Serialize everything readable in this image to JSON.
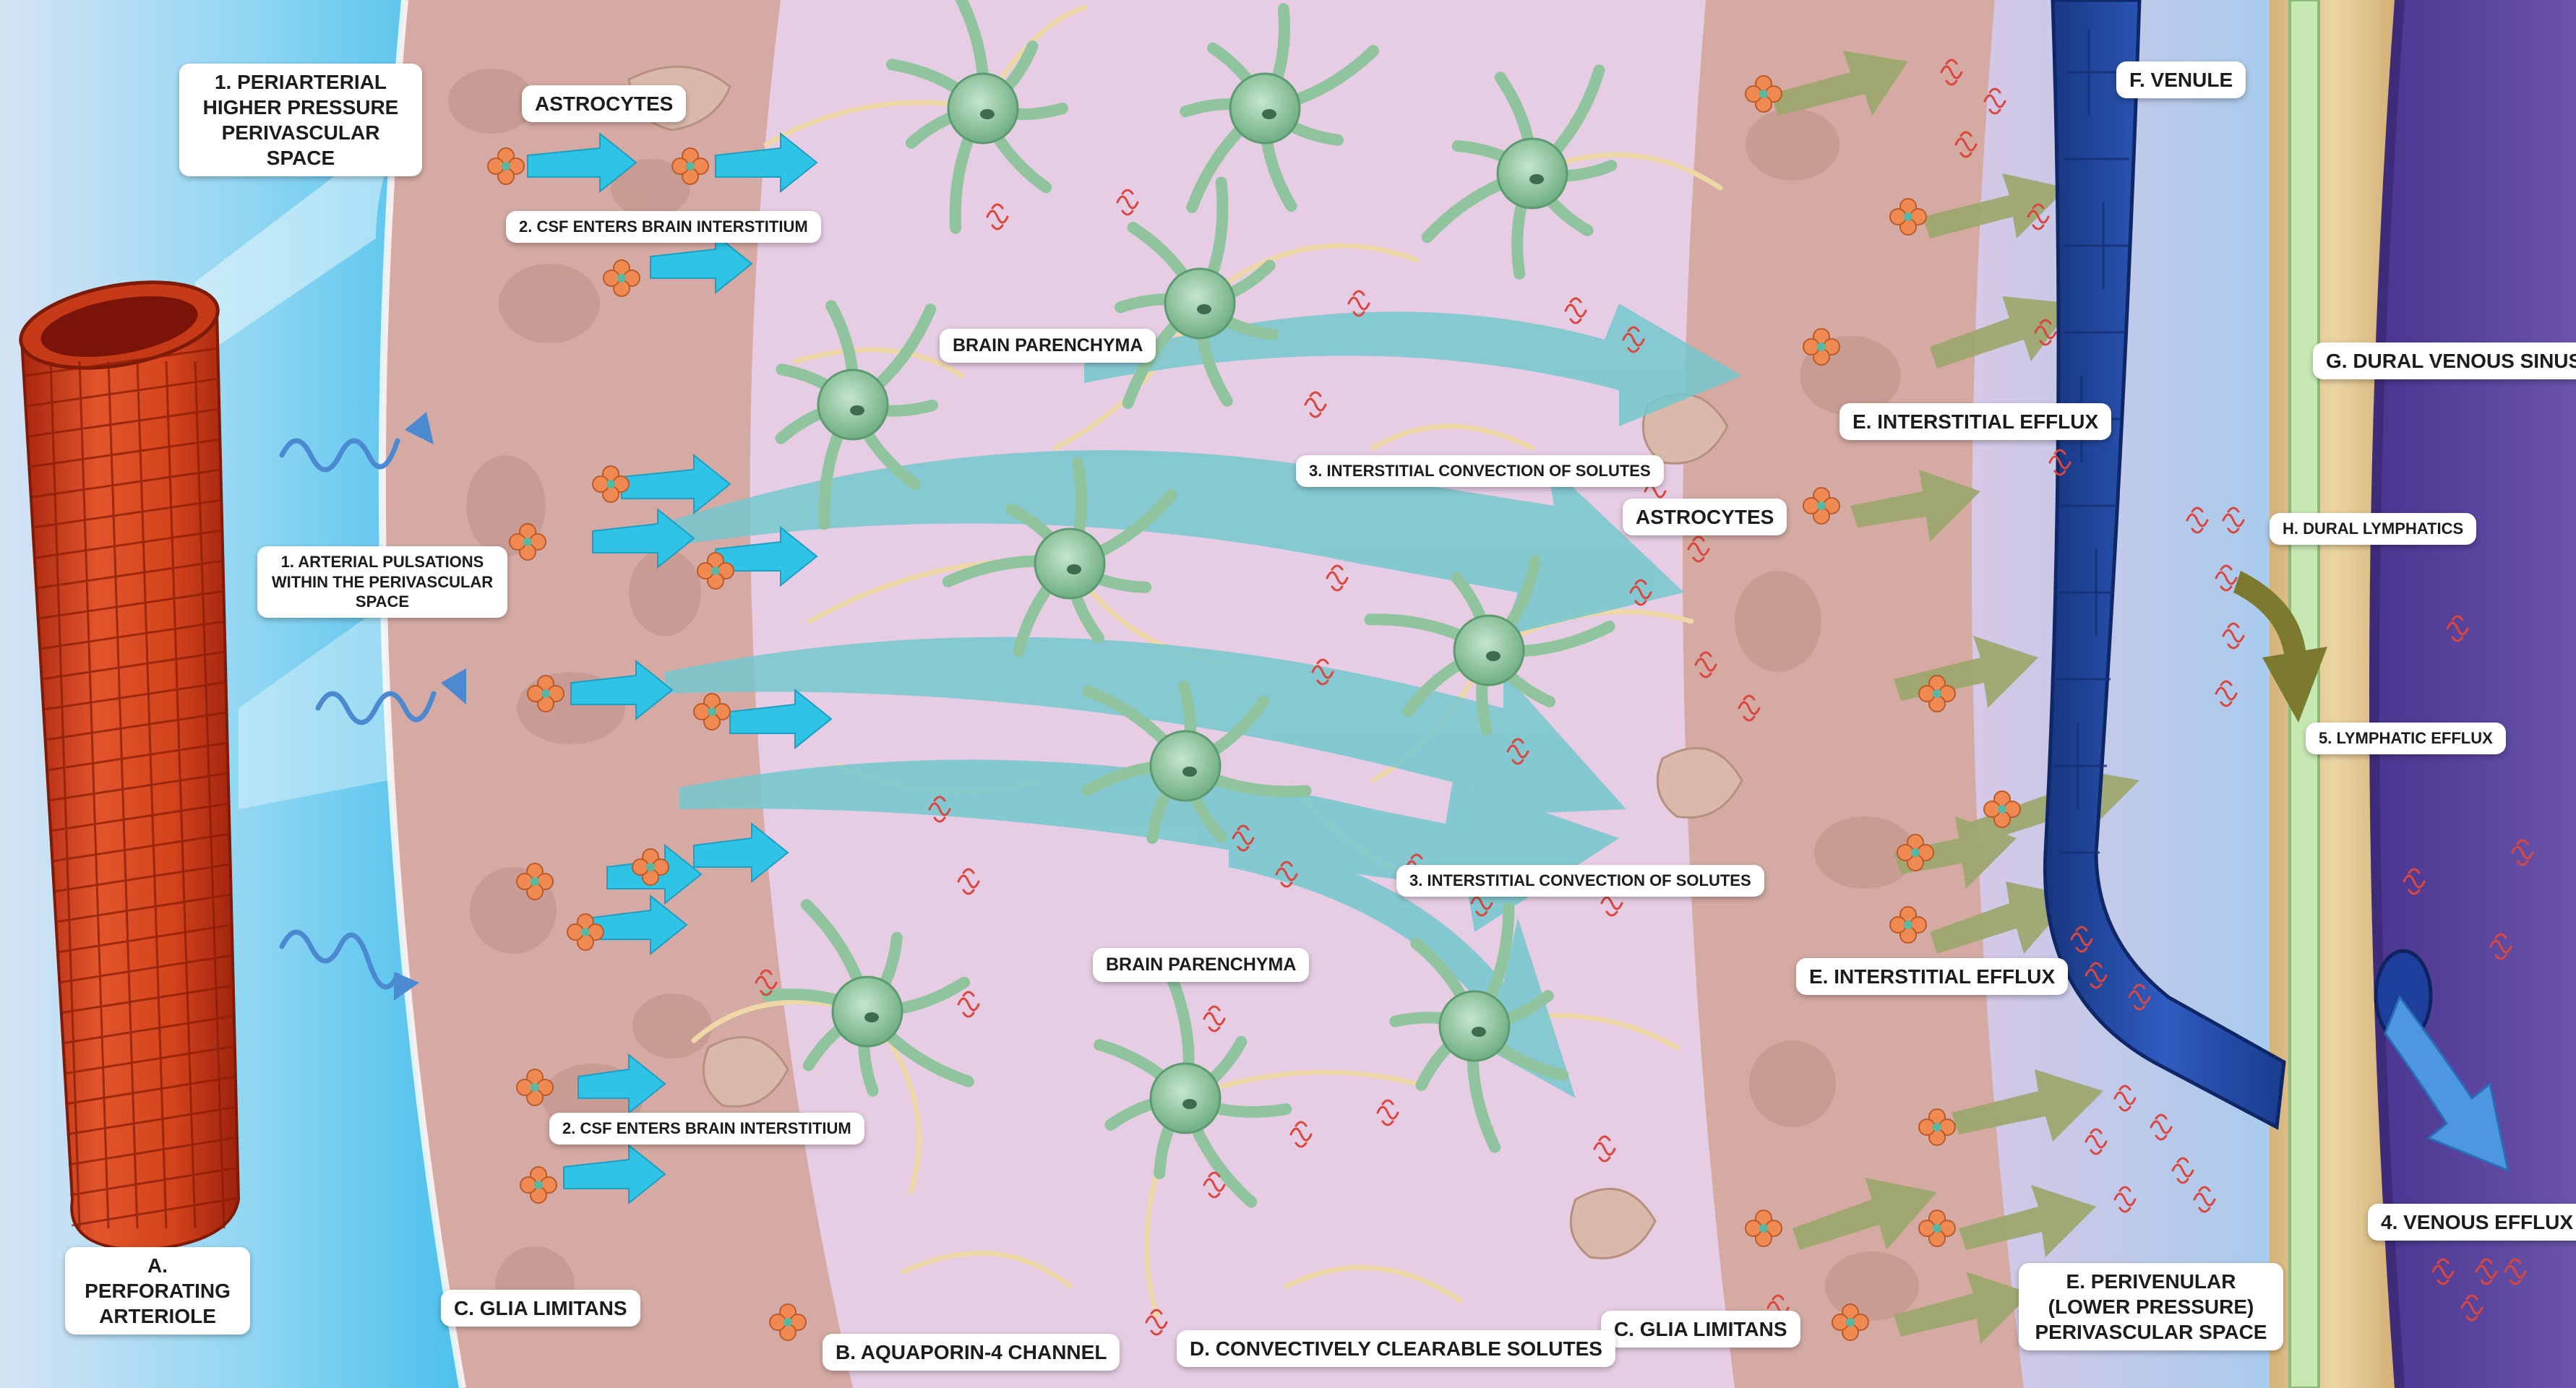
{
  "labels": {
    "periarterial": "1. PERIARTERIAL HIGHER PRESSURE PERIVASCULAR SPACE",
    "astro_top": "ASTROCYTES",
    "csf_top": "2. CSF ENTERS BRAIN INTERSTITIUM",
    "parenchyma_top": "BRAIN PARENCHYMA",
    "venule": "F. VENULE",
    "dural_sinus": "G. DURAL VENOUS SINUS",
    "efflux_top": "E. INTERSTITIAL EFFLUX",
    "convection_top": "3. INTERSTITIAL CONVECTION OF SOLUTES",
    "astro_mid": "ASTROCYTES",
    "dural_lymph": "H. DURAL LYMPHATICS",
    "pulsations": "1. ARTERIAL PULSATIONS WITHIN THE PERIVASCULAR SPACE",
    "lymph_efflux": "5. LYMPHATIC EFFLUX",
    "convection_bottom": "3. INTERSTITIAL CONVECTION OF SOLUTES",
    "parenchyma_bottom": "BRAIN PARENCHYMA",
    "efflux_bottom": "E. INTERSTITIAL EFFLUX",
    "csf_bottom": "2. CSF ENTERS BRAIN INTERSTITIUM",
    "venous_efflux": "4. VENOUS EFFLUX",
    "arteriole": "A. PERFORATING ARTERIOLE",
    "perivenular": "E. PERIVENULAR (LOWER PRESSURE) PERIVASCULAR SPACE",
    "glia_left": "C. GLIA LIMITANS",
    "glia_right": "C. GLIA LIMITANS",
    "aquaporin": "B. AQUAPORIN-4 CHANNEL",
    "solutes": "D. CONVECTIVELY CLEARABLE SOLUTES"
  },
  "colors": {
    "parenchyma": "#e6cde3",
    "perivascular_arterial": "#5cc6ee",
    "perivascular_venular": "#b3d3ee",
    "glia_tissue": "#d5a9a3",
    "astrocyte": "#9fcfad",
    "astrocyte_process": "#eed9ad",
    "csf_arrow": "#2ec4e6",
    "convection_arrow": "#6cc6cd",
    "efflux_arrow": "#9aa66c",
    "arteriole": "#d4411c",
    "venule": "#2b55b8",
    "dura": "#e4c992",
    "dural_lymphatic": "#c5e8b4",
    "sinus": "#5f4aa0",
    "aquaporin": "#f08a52",
    "solute": "#d9473f",
    "pulsation": "#4a8ad0"
  }
}
